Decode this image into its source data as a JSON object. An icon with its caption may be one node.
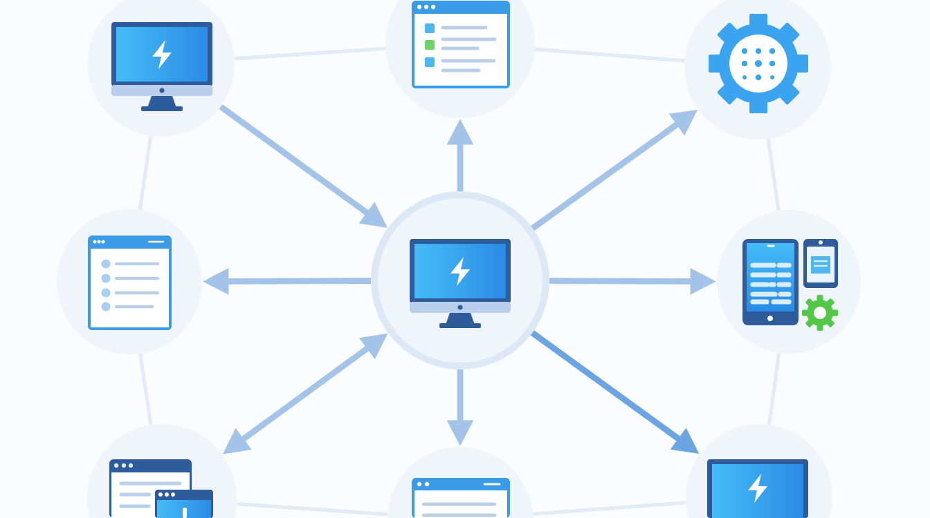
{
  "diagram": {
    "nodes": [
      {
        "text": [],
        "shape": "circle"
      },
      {
        "text": [],
        "shape": "circle"
      },
      {
        "text": [],
        "shape": "circle"
      },
      {
        "text": [],
        "shape": "circle"
      },
      {
        "text": [],
        "shape": "circle"
      },
      {
        "text": [],
        "shape": "circle"
      },
      {
        "text": [],
        "shape": "circle"
      },
      {
        "text": [],
        "shape": "circle"
      },
      {
        "text": [],
        "shape": "circle"
      }
    ],
    "edges": [
      {
        "from": 0,
        "to": 4,
        "arrow": "to",
        "color": "#a4c3e9"
      },
      {
        "from": 4,
        "to": 1,
        "arrow": "to",
        "color": "#a4c3e9"
      },
      {
        "from": 4,
        "to": 2,
        "arrow": "to",
        "color": "#a4c3e9"
      },
      {
        "from": 4,
        "to": 3,
        "arrow": "to",
        "color": "#a4c3e9"
      },
      {
        "from": 4,
        "to": 5,
        "arrow": "to",
        "color": "#a4c3e9"
      },
      {
        "from": 4,
        "to": 6,
        "arrow": "both",
        "color": "#a4c3e9"
      },
      {
        "from": 4,
        "to": 7,
        "arrow": "to",
        "color": "#a4c3e9"
      },
      {
        "from": 4,
        "to": 8,
        "arrow": "to",
        "color": "#6aa4e2"
      },
      {
        "from": 0,
        "to": 1,
        "arrow": "none",
        "color": "#e3ebf6"
      },
      {
        "from": 1,
        "to": 2,
        "arrow": "none",
        "color": "#e3ebf6"
      },
      {
        "from": 2,
        "to": 5,
        "arrow": "none",
        "color": "#e3ebf6"
      },
      {
        "from": 5,
        "to": 8,
        "arrow": "none",
        "color": "#e3ebf6"
      },
      {
        "from": 8,
        "to": 7,
        "arrow": "none",
        "color": "#e3ebf6"
      },
      {
        "from": 7,
        "to": 6,
        "arrow": "none",
        "color": "#e3ebf6"
      },
      {
        "from": 6,
        "to": 3,
        "arrow": "none",
        "color": "#e3ebf6"
      },
      {
        "from": 3,
        "to": 0,
        "arrow": "none",
        "color": "#e3ebf6"
      }
    ]
  }
}
